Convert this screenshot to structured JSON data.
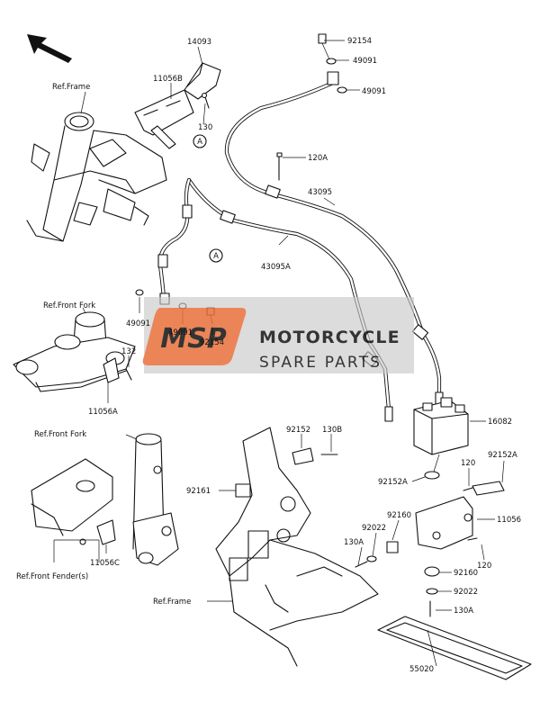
{
  "labels": {
    "p14093": "14093",
    "p11056B": "11056B",
    "ref_frame_top": "Ref.Frame",
    "p130_top": "130",
    "p92154_top": "92154",
    "p49091_a": "49091",
    "p49091_b": "49091",
    "p120A": "120A",
    "p43095": "43095",
    "p43095A": "43095A",
    "p49091_c": "49091",
    "p49091_d": "49091",
    "p92154_mid": "92154",
    "ref_front_fork_1": "Ref.Front Fork",
    "p132": "132",
    "p11056A": "11056A",
    "ref_front_fork_2": "Ref.Front Fork",
    "p11056C": "11056C",
    "ref_front_fenders": "Ref.Front Fender(s)",
    "p92152": "92152",
    "p130B": "130B",
    "p92161": "92161",
    "p16082": "16082",
    "p92152A_right": "92152A",
    "p120_right": "120",
    "p92152A_left": "92152A",
    "p92160_top": "92160",
    "p92022_top": "92022",
    "p11056": "11056",
    "p130A_left": "130A",
    "p120_lower": "120",
    "p92160_bottom": "92160",
    "p92022_bottom": "92022",
    "p130A_bottom": "130A",
    "ref_frame_bottom": "Ref.Frame",
    "p55020": "55020",
    "circle_a_1": "A",
    "circle_a_2": "A"
  },
  "watermark": {
    "logo": "MSP",
    "line1": "MOTORCYCLE",
    "line2": "SPARE PARTS",
    "logo_color": "#e8703a",
    "text_color": "#ffffff",
    "band_color": "#c8c8c8"
  },
  "icons": {
    "direction": "front-direction-arrow-icon"
  }
}
